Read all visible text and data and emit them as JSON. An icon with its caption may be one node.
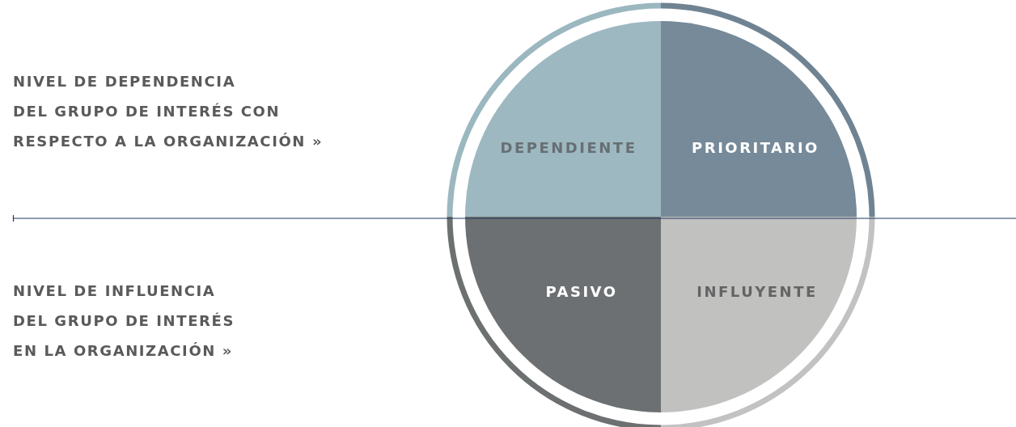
{
  "diagram": {
    "nodes": [
      {
        "text": [
          "DEPENDIENTE"
        ]
      },
      {
        "text": [
          "PRIORITARIO"
        ]
      },
      {
        "text": [
          "PASIVO"
        ]
      },
      {
        "text": [
          "INFLUYENTE"
        ]
      }
    ],
    "labels": [
      "NIVEL DE DEPENDENCIA DEL GRUPO DE INTERÉS CON RESPECTO A LA ORGANIZACIÓN »",
      "NIVEL DE INFLUENCIA DEL GRUPO DE INTERÉS EN LA ORGANIZACIÓN »"
    ]
  }
}
